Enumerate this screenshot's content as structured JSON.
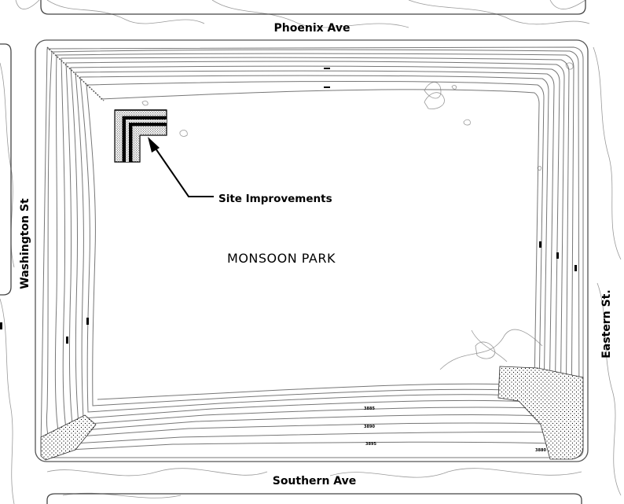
{
  "streets": {
    "north": "Phoenix Ave",
    "south": "Southern Ave",
    "west": "Washington St",
    "east": "Eastern St."
  },
  "park": {
    "name": "MONSOON PARK"
  },
  "callout": {
    "label": "Site Improvements"
  },
  "contour_labels": [
    "3885",
    "3890",
    "3895",
    "3880"
  ],
  "colors": {
    "linework": "#000000",
    "contours": "#777777",
    "topography": "#9a9a9a",
    "background": "#ffffff"
  }
}
